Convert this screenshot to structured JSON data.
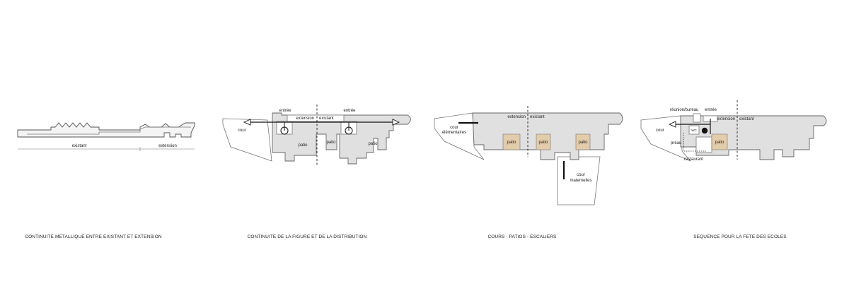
{
  "diagram1": {
    "caption": "CONTINUITE METALLIQUE ENTRE EXISTANT ET EXTENSION",
    "label_existant": "existant",
    "label_extension": "extension"
  },
  "diagram2": {
    "caption": "CONTINUITE DE LA FIGURE ET DE LA DISTRIBUTION",
    "label_cour": "cour",
    "label_entree_left": "entrée",
    "label_entree_right": "entrée",
    "label_extension": "extension",
    "label_existant": "existant",
    "label_patio_1": "patio",
    "label_patio_2": "patio",
    "label_patio_3": "patio"
  },
  "diagram3": {
    "caption": "COURS -  PATIOS - ESCALIERS",
    "label_cour_elementaires_1": "cour",
    "label_cour_elementaires_2": "élémentaires",
    "label_extension": "extension",
    "label_existant": "existant",
    "label_patio_1": "patio",
    "label_patio_2": "patio",
    "label_patio_3": "patio",
    "label_cour_maternelles_1": "cour",
    "label_cour_maternelles_2": "maternelles",
    "colors": {
      "patio": "#e3ccaa",
      "building": "#e0e0e0"
    }
  },
  "diagram4": {
    "caption": "SEQUENCE POUR LA FETE DES ECOLES",
    "label_reunion": "réunion/bureau",
    "label_entree": "entrée",
    "label_cour": "cour",
    "label_wc": "WC",
    "label_preau": "préau",
    "label_patio": "patio",
    "label_restaurant": "restaurant",
    "label_extension": "extension",
    "label_existant": "existant"
  }
}
